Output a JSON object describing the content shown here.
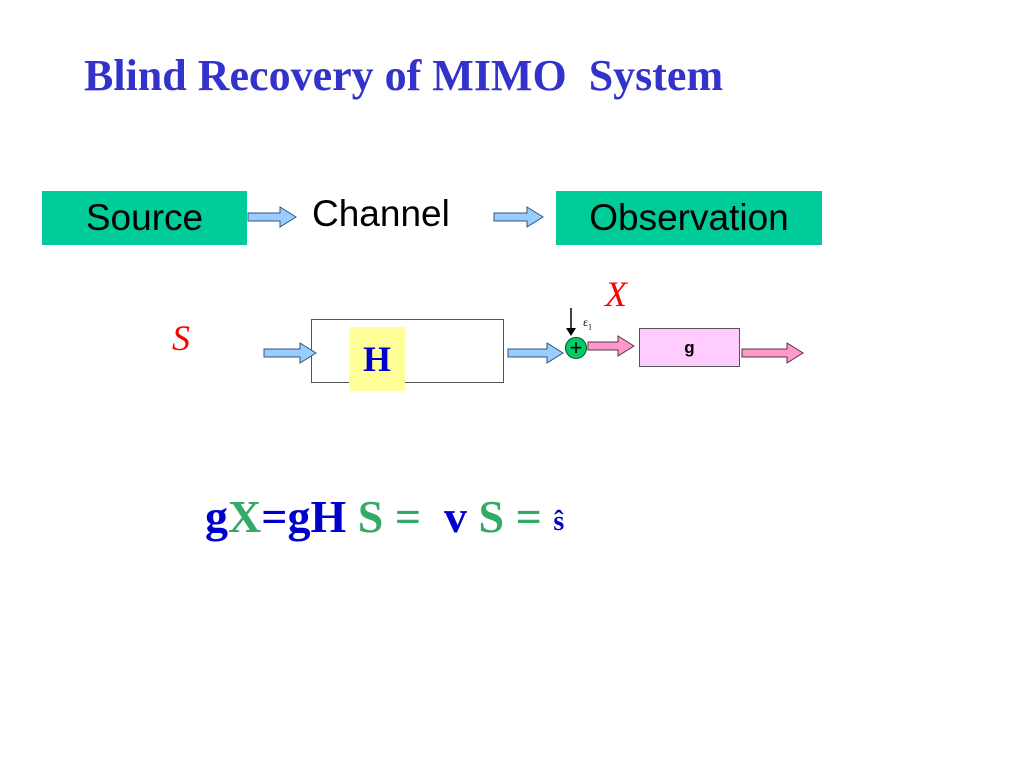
{
  "title": "Blind Recovery of MIMO  System",
  "flow": {
    "source": "Source",
    "channel": "Channel",
    "observation": "Observation"
  },
  "diagram": {
    "input_label": "S",
    "output_label": "X",
    "mixing_matrix": "H",
    "noise_symbol": "ε",
    "noise_index": "1",
    "sum_symbol": "+",
    "separator": "g"
  },
  "equation": {
    "t1": "g",
    "t2": "X",
    "t3": "=",
    "t4": "g",
    "t5": "H",
    "t6": " S = ",
    "t7": " v",
    "t8": " S = ",
    "t9": "ŝ"
  },
  "colors": {
    "title": "#3333cc",
    "flow_box": "#00cc99",
    "arrow_fill": "#99ccff",
    "output_arrow_fill": "#ff99cc",
    "h_box": "#ffff99",
    "g_box": "#ffccff",
    "label_red": "#ff0000",
    "equation_blue": "#0000cc",
    "equation_green": "#33aa66"
  }
}
